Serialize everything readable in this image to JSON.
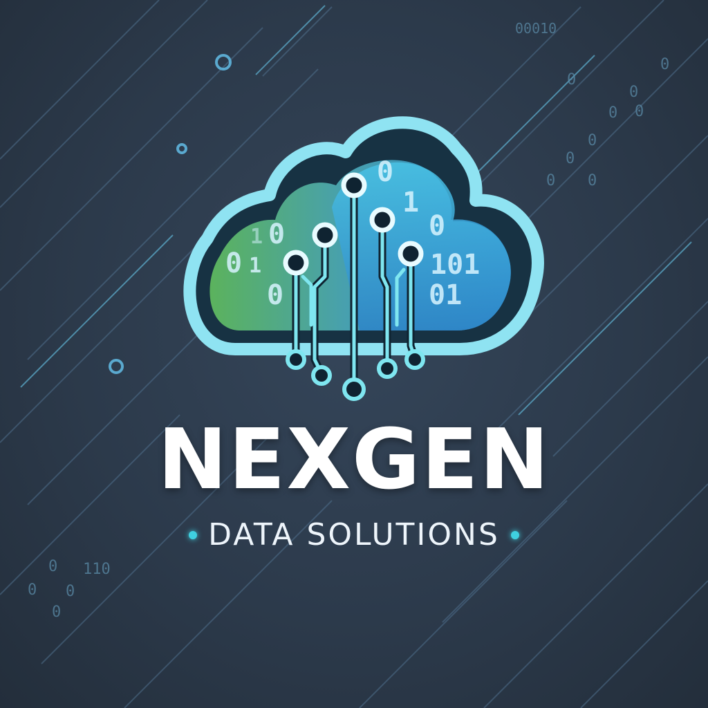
{
  "brand": {
    "name": "NEXGEN",
    "tagline": "DATA SOLUTIONS"
  },
  "cloud_binary": [
    "0",
    "1",
    "0",
    "1",
    "0",
    "1",
    "0",
    "0",
    "101",
    "01"
  ],
  "background_binary": [
    "0",
    "0",
    "0",
    "00010",
    "0",
    "0",
    "0",
    "0",
    "0",
    "0",
    "110",
    "0",
    "0",
    "0",
    "0"
  ],
  "colors": {
    "background": "#2c3a4b",
    "cloud_outline": "#8fe3f2",
    "cloud_green": "#5fb95e",
    "cloud_blue": "#2e9fd6",
    "circuit": "#7fe6f0",
    "accent_dot": "#3fd0e0",
    "text": "#ffffff"
  }
}
